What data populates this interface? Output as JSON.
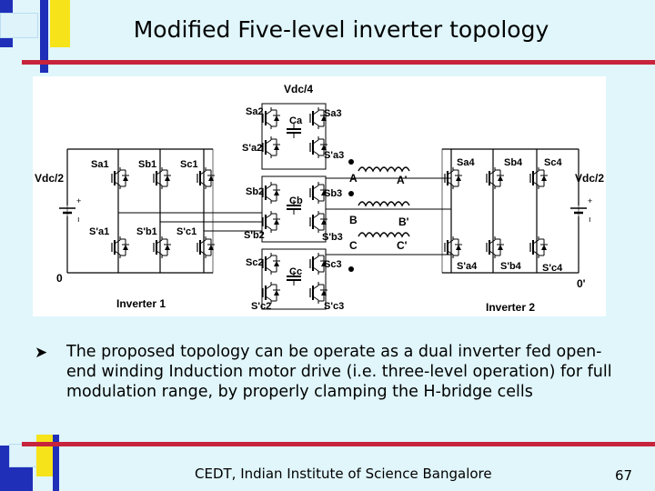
{
  "slide": {
    "title": "Modified Five-level inverter topology",
    "bullet_text": "The proposed topology can be operate as a dual inverter fed open-end winding Induction motor drive (i.e. three-level operation) for full modulation range, by properly clamping the H-bridge cells",
    "footer": "CEDT, Indian Institute of Science Bangalore",
    "page_number": "67"
  },
  "icons": {
    "bullet": "arrow-bullet-icon"
  },
  "colors": {
    "background": "#e0f6fb",
    "deco_blue": "#1f2fb8",
    "deco_yellow": "#f7e31a",
    "deco_red": "#c8233c"
  },
  "diagram": {
    "vdc4": "Vdc/4",
    "vdc2_left": "Vdc/2",
    "vdc2_right": "Vdc/2",
    "node0": "0",
    "node0p": "0'",
    "inv1": "Inverter 1",
    "inv2": "Inverter 2",
    "A": "A",
    "Ap": "A'",
    "B": "B",
    "Bp": "B'",
    "C": "C",
    "Cp": "C'",
    "Sa1": "Sa1",
    "Sb1": "Sb1",
    "Sc1": "Sc1",
    "Spa1": "S'a1",
    "Spb1": "S'b1",
    "Spc1": "S'c1",
    "Sa2": "Sa2",
    "Sa3": "Sa3",
    "Spa2": "S'a2",
    "Spa3": "S'a3",
    "Sb2": "Sb2",
    "Sb3": "Sb3",
    "Spb2": "S'b2",
    "Spb3": "S'b3",
    "Sc2": "Sc2",
    "Sc3": "Sc3",
    "Spc2": "S'c2",
    "Spc3": "S'c3",
    "Ca": "Ca",
    "Cb": "Cb",
    "Cc": "Cc",
    "Sa4": "Sa4",
    "Sb4": "Sb4",
    "Sc4": "Sc4",
    "Spa4": "S'a4",
    "Spb4": "S'b4",
    "Spc4": "S'c4"
  }
}
